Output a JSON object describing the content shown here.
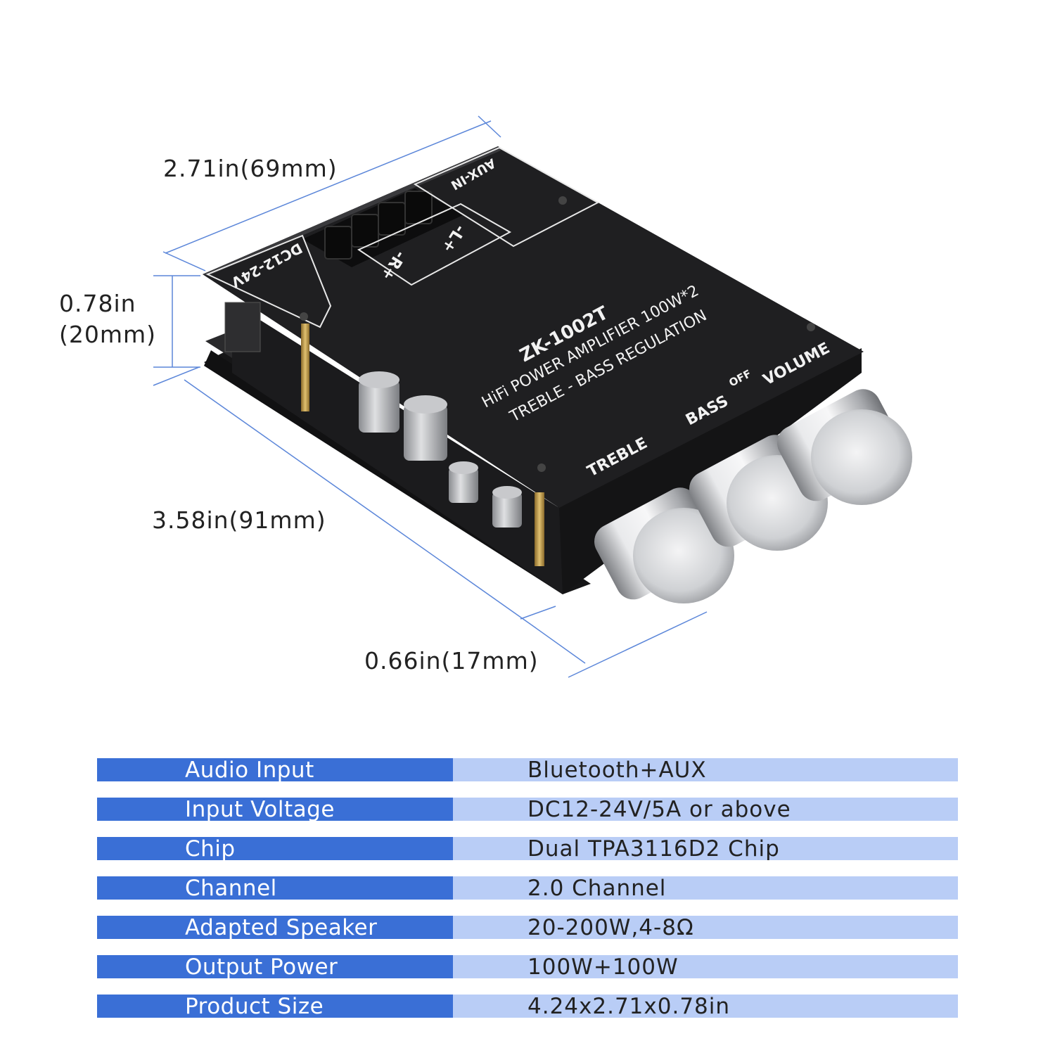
{
  "dimensions": {
    "width_top": "2.71in(69mm)",
    "height_line1": "0.78in",
    "height_line2": "(20mm)",
    "length": "3.58in(91mm)",
    "knob_height": "0.66in(17mm)"
  },
  "board": {
    "model": "ZK-1002T",
    "subtitle": "HiFi POWER AMPLIFIER 100W*2",
    "regulation": "TREBLE - BASS   REGULATION",
    "power_label": "DC12-24V",
    "aux_label": "AUX-IN",
    "right_channel": "-R+",
    "left_channel": "-L+",
    "knob_treble": "TREBLE",
    "knob_bass": "BASS",
    "knob_volume": "VOLUME",
    "volume_off": "OFF"
  },
  "specs": [
    {
      "label": "Audio Input",
      "value": "Bluetooth+AUX"
    },
    {
      "label": "Input Voltage",
      "value": "DC12-24V/5A or above"
    },
    {
      "label": "Chip",
      "value": "Dual TPA3116D2 Chip"
    },
    {
      "label": "Channel",
      "value": "2.0 Channel"
    },
    {
      "label": "Adapted Speaker",
      "value": "20-200W,4-8Ω"
    },
    {
      "label": "Output Power",
      "value": "100W+100W"
    },
    {
      "label": "Product Size",
      "value": "4.24x2.71x0.78in"
    }
  ],
  "colors": {
    "label_bg": "#3a6fd6",
    "value_bg": "#b9cdf6",
    "dimension_line": "#5b86d9",
    "board_face": "#1f1f21"
  }
}
